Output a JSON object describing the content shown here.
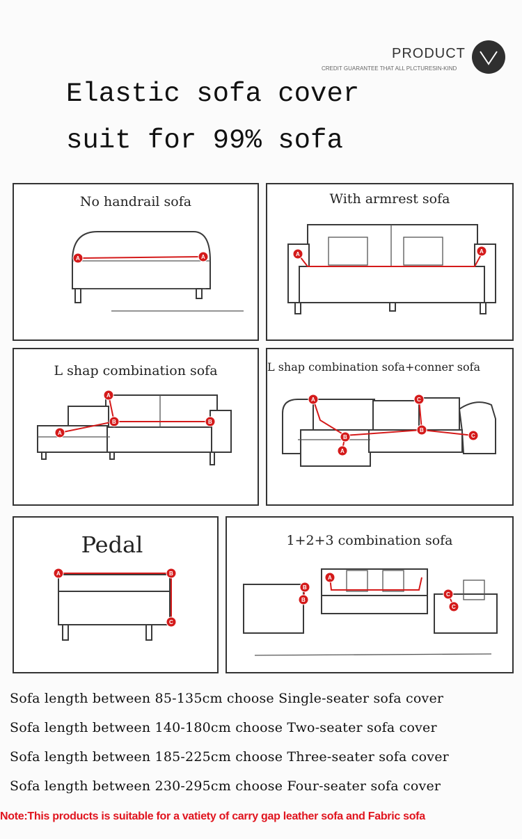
{
  "brand": {
    "word": "PRODUCT",
    "subtitle": "CREDIT GUARANTEE THAT ALL PLCTURESIN-KIND",
    "badge_icon": "chevron-down-icon",
    "badge_color": "#2f2f2f"
  },
  "headline": {
    "line1": "Elastic sofa cover",
    "line2": "suit for 99% sofa"
  },
  "panels": {
    "no_handrail": {
      "title": "No handrail sofa",
      "points": [
        "A",
        "A"
      ]
    },
    "with_armrest": {
      "title": "With armrest sofa",
      "points": [
        "A",
        "A"
      ]
    },
    "l_shape": {
      "title": "L shap combination sofa",
      "points": [
        "A",
        "B",
        "A",
        "B"
      ]
    },
    "l_shape_corner": {
      "title": "L shap combination sofa+conner sofa",
      "points": [
        "A",
        "C",
        "B",
        "B",
        "A",
        "C"
      ]
    },
    "pedal": {
      "title": "Pedal",
      "points": [
        "A",
        "B",
        "C"
      ]
    },
    "combo_123": {
      "title": "1+2+3 combination sofa",
      "points": [
        "A",
        "B",
        "B",
        "C",
        "C"
      ]
    }
  },
  "size_rules": [
    "Sofa length between 85-135cm choose Single-seater sofa cover",
    "Sofa length between 140-180cm choose Two-seater sofa cover",
    "Sofa length between 185-225cm choose Three-seater sofa cover",
    "Sofa length between 230-295cm choose Four-seater sofa cover"
  ],
  "note": "Note:This products is suitable for a vatiety of carry gap leather sofa and Fabric sofa",
  "colors": {
    "measure_red": "#d41a1a",
    "note_red": "#e0141e"
  }
}
